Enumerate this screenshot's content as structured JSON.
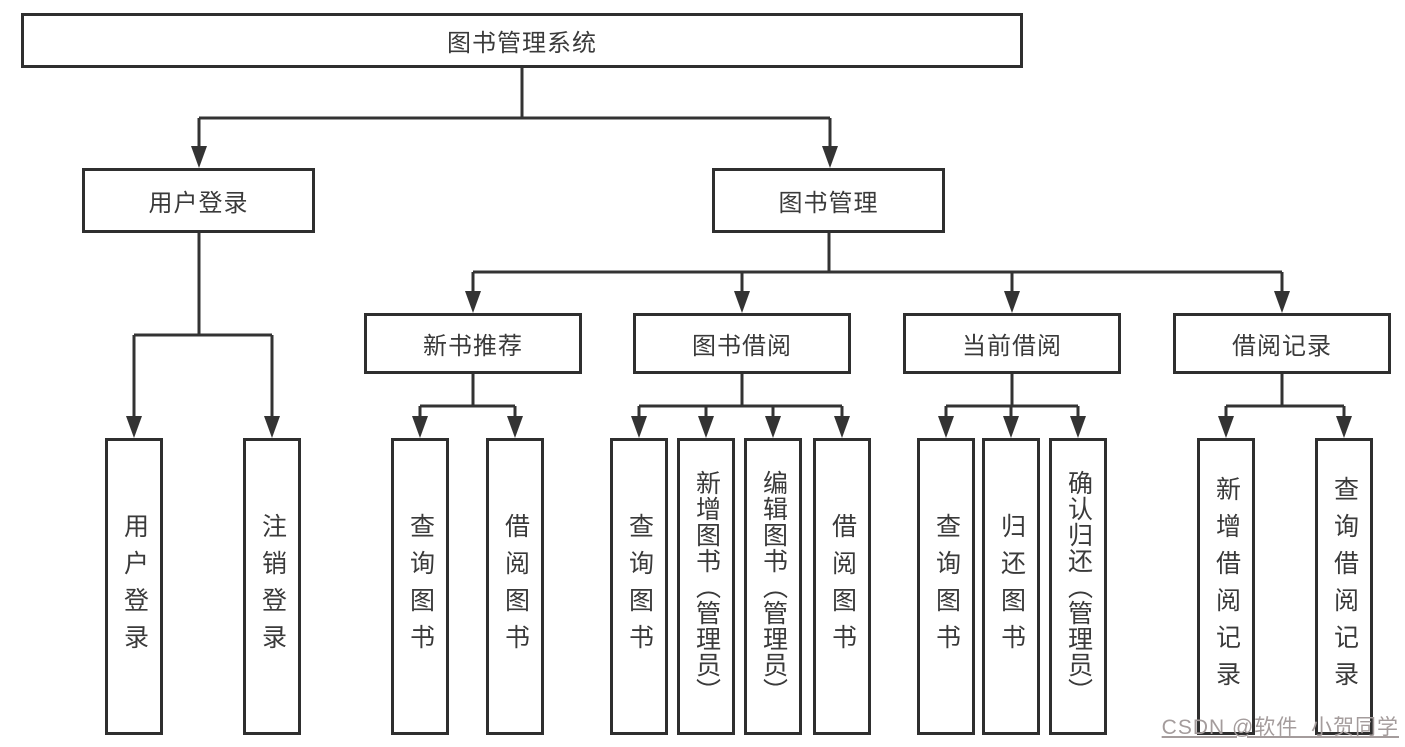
{
  "diagram": {
    "root": {
      "label": "图书管理系统"
    },
    "children": [
      {
        "label": "用户登录",
        "children": [
          {
            "label": "用户登录"
          },
          {
            "label": "注销登录"
          }
        ]
      },
      {
        "label": "图书管理",
        "children": [
          {
            "label": "新书推荐",
            "children": [
              {
                "label": "查询图书"
              },
              {
                "label": "借阅图书"
              }
            ]
          },
          {
            "label": "图书借阅",
            "children": [
              {
                "label": "查询图书"
              },
              {
                "label": "新增图书（管理员）"
              },
              {
                "label": "编辑图书（管理员）"
              },
              {
                "label": "借阅图书"
              }
            ]
          },
          {
            "label": "当前借阅",
            "children": [
              {
                "label": "查询图书"
              },
              {
                "label": "归还图书"
              },
              {
                "label": "确认归还（管理员）"
              }
            ]
          },
          {
            "label": "借阅记录",
            "children": [
              {
                "label": "新增借阅记录"
              },
              {
                "label": "查询借阅记录"
              }
            ]
          }
        ]
      }
    ]
  },
  "watermark": {
    "text": "CSDN @软件_小贺同学",
    "color": "#a49c9c"
  },
  "colors": {
    "line": "#333333",
    "box_border": "#2f2f2f",
    "box_fill": "#ffffff",
    "text": "#3a3a3a"
  }
}
